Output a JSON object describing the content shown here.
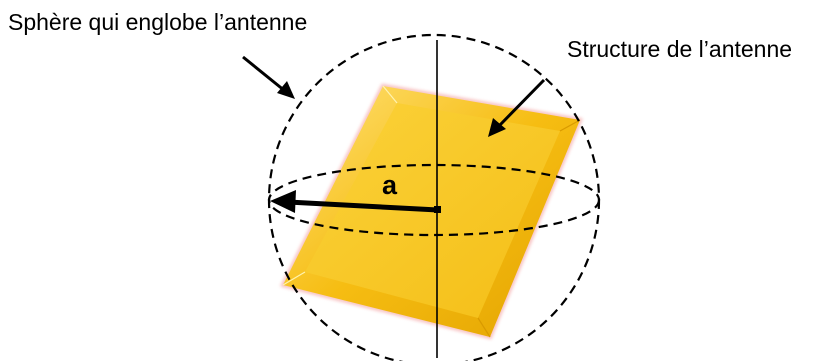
{
  "labels": {
    "sphere": "Sphère qui englobe l’antenne",
    "structure": "Structure de l’antenne",
    "radius": "a"
  },
  "colors": {
    "stroke": "#000000",
    "patch_outer": "#f2b705",
    "patch_outer_light": "#ffd84d",
    "patch_inner": "#f9c81e",
    "patch_edge_glow": "#f08a8a"
  }
}
